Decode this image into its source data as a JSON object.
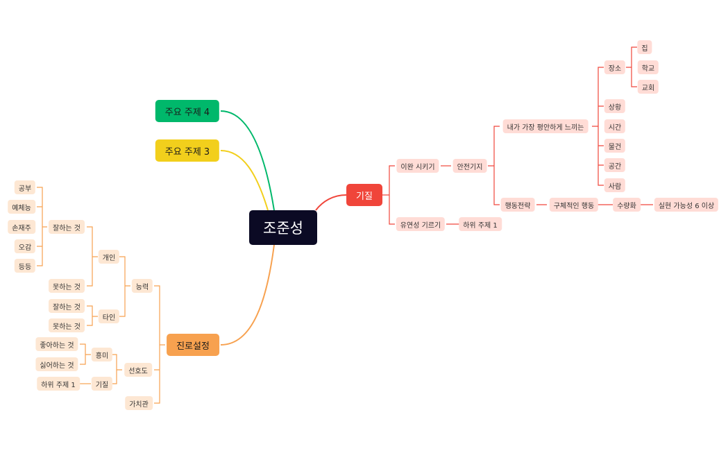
{
  "root": {
    "label": "조준성"
  },
  "topics": {
    "t4": "주요 주제 4",
    "t3": "주요 주제 3",
    "career": "진로설정",
    "temper": "기질"
  },
  "temper": {
    "separation": "이완 시키기",
    "safe_base": "안전기지",
    "comfort": "내가 가장 평안하게 느끼는",
    "place": "장소",
    "home": "집",
    "school": "학교",
    "church": "교회",
    "situation": "상황",
    "time": "시간",
    "object": "물건",
    "space": "공간",
    "person": "사람",
    "strategy": "행동전략",
    "concrete": "구체적인 행동",
    "quantify": "수량화",
    "feasibility": "실현 가능성 6 이상",
    "flexibility": "유연성 기르기",
    "subtopic": "하위 주제 1"
  },
  "career": {
    "ability": "능력",
    "personal": "개인",
    "good_at": "잘하는 것",
    "study": "공부",
    "arts": "예체능",
    "dexterity": "손재주",
    "senses": "오감",
    "etc": "등등",
    "bad_at": "못하는 것",
    "others": "타인",
    "others_good": "잘하는 것",
    "others_bad": "못하는 것",
    "preference": "선호도",
    "interest": "흥미",
    "likes": "좋아하는 것",
    "dislikes": "싫어하는 것",
    "temper": "기질",
    "temper_sub": "하위 주제 1",
    "values": "가치관"
  },
  "colors": {
    "root": "#0b0a24",
    "green": "#00b86b",
    "yellow": "#f2cf1c",
    "orange": "#f7a14f",
    "red": "#f0453a",
    "red_light": "#ffdcd6",
    "orange_light": "#fde7d3"
  }
}
